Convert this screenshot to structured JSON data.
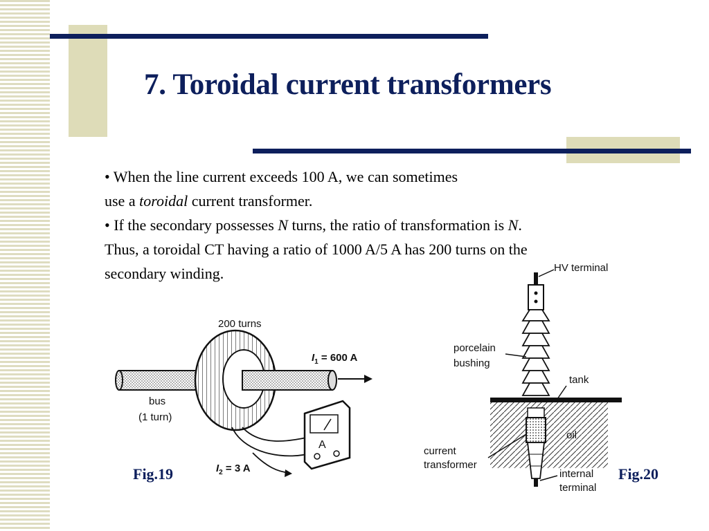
{
  "slide": {
    "title": "7. Toroidal current transformers",
    "bullet1": {
      "line1": "• When the line current exceeds 100 A, we can sometimes",
      "line2_pre": "use a ",
      "line2_em": "toroidal",
      "line2_post": " current transformer."
    },
    "bullet2": {
      "pre": "• If the secondary possesses ",
      "n1": "N",
      "mid": " turns, the ratio of transformation is ",
      "n2": "N",
      "post": ".",
      "line2": "Thus, a toroidal CT having a ratio of 1000 A/5 A has 200 turns on the",
      "line3": "secondary winding."
    }
  },
  "fig19": {
    "caption": "Fig.19",
    "turns": "200 turns",
    "i1_sym": "I",
    "i1_sub": "1",
    "i1_val": " = 600 A",
    "bus": "bus",
    "one_turn": "(1 turn)",
    "meter": "A",
    "i2_sym": "I",
    "i2_sub": "2",
    "i2_val": " = 3 A"
  },
  "fig20": {
    "caption": "Fig.20",
    "hv": "HV terminal",
    "porcelain": "porcelain",
    "bushing": "bushing",
    "tank": "tank",
    "oil": "oil",
    "ct1": "current",
    "ct2": "transformer",
    "internal": "internal",
    "terminal": "terminal"
  }
}
